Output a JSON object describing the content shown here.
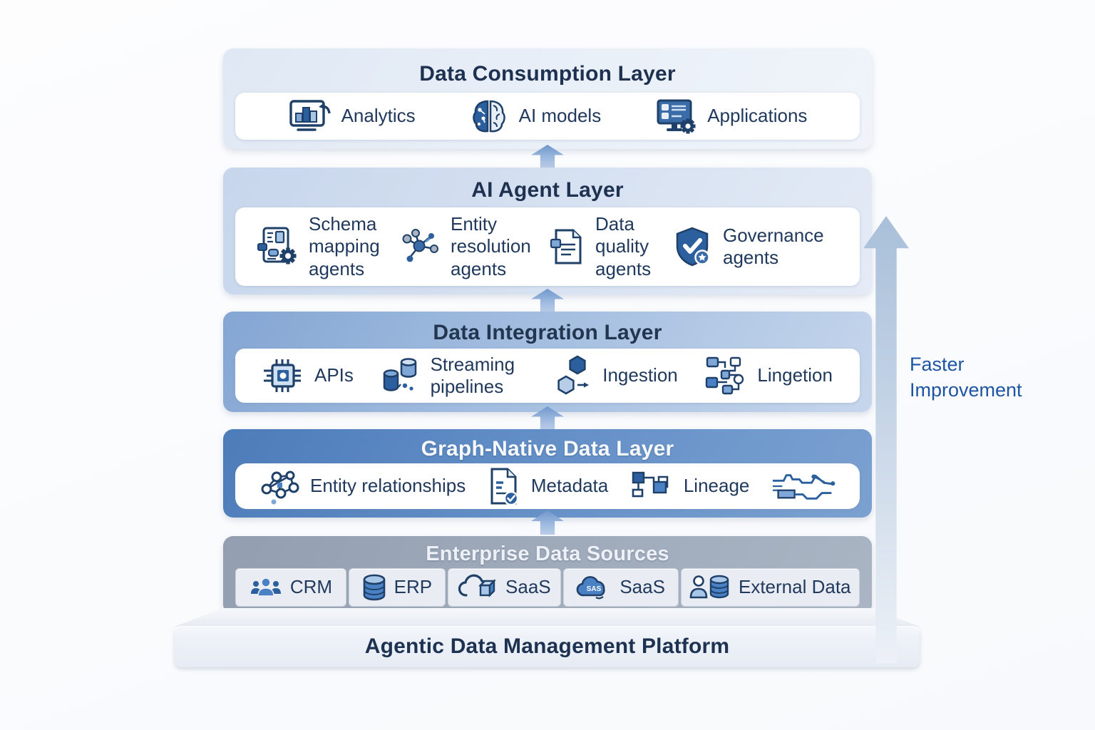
{
  "colors": {
    "title_dark": "#1e3150",
    "title_light": "#f6f9fd",
    "item_text": "#21395c",
    "side_label_blue": "#1d55a3",
    "icon_navy": "#1f4068",
    "icon_blue": "#2c5f9e",
    "icon_mid_blue": "#4a81c4",
    "icon_light_blue": "#a8c6e8",
    "layer_consumption_bg": "#e6edf7",
    "layer_ai_agent_bg": "#d3dff0",
    "layer_integration_bg": "#9cb8de",
    "layer_graph_bg": "#5f8cc5",
    "layer_sources_bg": "#9faaba",
    "platform_bg": "#eceff6",
    "arrow_blue": "#8eaed9"
  },
  "layers": {
    "consumption": {
      "title": "Data Consumption Layer",
      "items": [
        {
          "icon": "analytics-icon",
          "label": "Analytics"
        },
        {
          "icon": "ai-models-icon",
          "label": "AI models"
        },
        {
          "icon": "applications-icon",
          "label": "Applications"
        }
      ]
    },
    "ai_agent": {
      "title": "AI Agent Layer",
      "items": [
        {
          "icon": "schema-mapping-icon",
          "label": "Schema mapping agents"
        },
        {
          "icon": "entity-resolution-icon",
          "label": "Entity resolution agents"
        },
        {
          "icon": "data-quality-icon",
          "label": "Data quality agents"
        },
        {
          "icon": "governance-icon",
          "label": "Governance agents"
        }
      ]
    },
    "integration": {
      "title": "Data Integration Layer",
      "items": [
        {
          "icon": "apis-icon",
          "label": "APIs"
        },
        {
          "icon": "streaming-pipelines-icon",
          "label": "Streaming pipelines"
        },
        {
          "icon": "ingestion-icon",
          "label": "Ingestion"
        },
        {
          "icon": "lingetion-icon",
          "label": "Lingetion"
        }
      ]
    },
    "graph_native": {
      "title": "Graph-Native Data Layer",
      "items": [
        {
          "icon": "entity-relationships-icon",
          "label": "Entity relationships"
        },
        {
          "icon": "metadata-icon",
          "label": "Metadata"
        },
        {
          "icon": "lineage-icon",
          "label": "Lineage"
        },
        {
          "icon": "flow-trace-icon",
          "label": ""
        }
      ]
    },
    "sources": {
      "title": "Enterprise Data Sources",
      "items": [
        {
          "icon": "crm-icon",
          "label": "CRM"
        },
        {
          "icon": "erp-icon",
          "label": "ERP"
        },
        {
          "icon": "saas-cloud-box-icon",
          "label": "SaaS"
        },
        {
          "icon": "saas-cloud-icon",
          "label": "SaaS",
          "badge": "SAS"
        },
        {
          "icon": "external-data-icon",
          "label": "External Data"
        }
      ]
    }
  },
  "platform": {
    "title": "Agentic Data Management Platform"
  },
  "side_annotation": {
    "text": "Faster Improvement"
  }
}
